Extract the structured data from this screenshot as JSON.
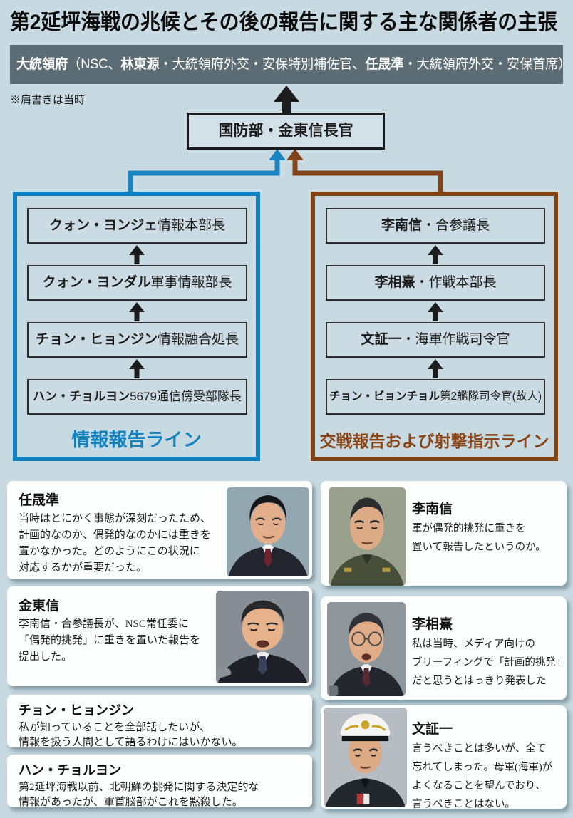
{
  "title": "第2延坪海戦の兆候とその後の報告に関する主な関係者の主張",
  "note": "※肩書きは当時",
  "blue_house_bar": {
    "lead": "大統領府",
    "seg1": "（NSC、",
    "name1": "林東源",
    "seg2": "・大統領府外交・安保特別補佐官、",
    "name2": "任晟準",
    "seg3": "・大統領府外交・安保首席）",
    "bg_color": "#5c6c74"
  },
  "defense_minister_box": "国防部・金東信長官",
  "org": {
    "left": {
      "label": "情報報告ライン",
      "color": "#1383bf",
      "nodes": [
        {
          "name": "クォン・ヨンジェ",
          "title": "情報本部長"
        },
        {
          "name": "クォン・ヨンダル",
          "title": "軍事情報部長"
        },
        {
          "name": "チョン・ヒョンジン",
          "title": "情報融合処長"
        },
        {
          "name": "ハン・チョルヨン",
          "title": "5679通信傍受部隊長"
        }
      ]
    },
    "right": {
      "label": "交戦報告および射撃指示ライン",
      "color": "#8a4517",
      "nodes": [
        {
          "name": "李南信",
          "title": "・合参議長"
        },
        {
          "name": "李相熹",
          "title": "・作戦本部長"
        },
        {
          "name": "文証一",
          "title": "・海軍作戦司令官"
        },
        {
          "name": "チョン・ビョンチョル",
          "title": "第2艦隊司令官(故人)"
        }
      ]
    }
  },
  "cards": [
    {
      "name": "任晟準",
      "quote": "当時はとにかく事態が深刻だったため、\n計画的なのか、偶発的なのかには重きを\n置かなかった。どのようにこの状況に\n対応するかが重要だった。"
    },
    {
      "name": "金東信",
      "quote": "李南信・合参議長が、NSC常任委に\n「偶発的挑発」に重きを置いた報告を\n提出した。"
    },
    {
      "name": "チョン・ヒョンジン",
      "quote": "私が知っていることを全部話したいが、\n情報を扱う人間として語るわけにはいかない。"
    },
    {
      "name": "ハン・チョルヨン",
      "quote": "第2延坪海戦以前、北朝鮮の挑発に関する決定的な\n情報があったが、軍首脳部がこれを黙殺した。"
    },
    {
      "name": "李南信",
      "quote": "軍が偶発的挑発に重きを\n置いて報告したというのか。"
    },
    {
      "name": "李相熹",
      "quote": "私は当時、メディア向けの\nブリーフィングで「計画的挑発」\nだと思うとはっきり発表した"
    },
    {
      "name": "文証一",
      "quote": "言うべきことは多いが、全て\n忘れてしまった。母軍(海軍)が\nよくなることを望んでおり、\n言うべきことはない。"
    }
  ],
  "colors": {
    "page_bg": "#c7d9e1",
    "info_line_blue": "#1383bf",
    "engage_line_brown": "#8a4517",
    "header_bar": "#5c6c74",
    "arrow_black": "#1c1c1c"
  }
}
